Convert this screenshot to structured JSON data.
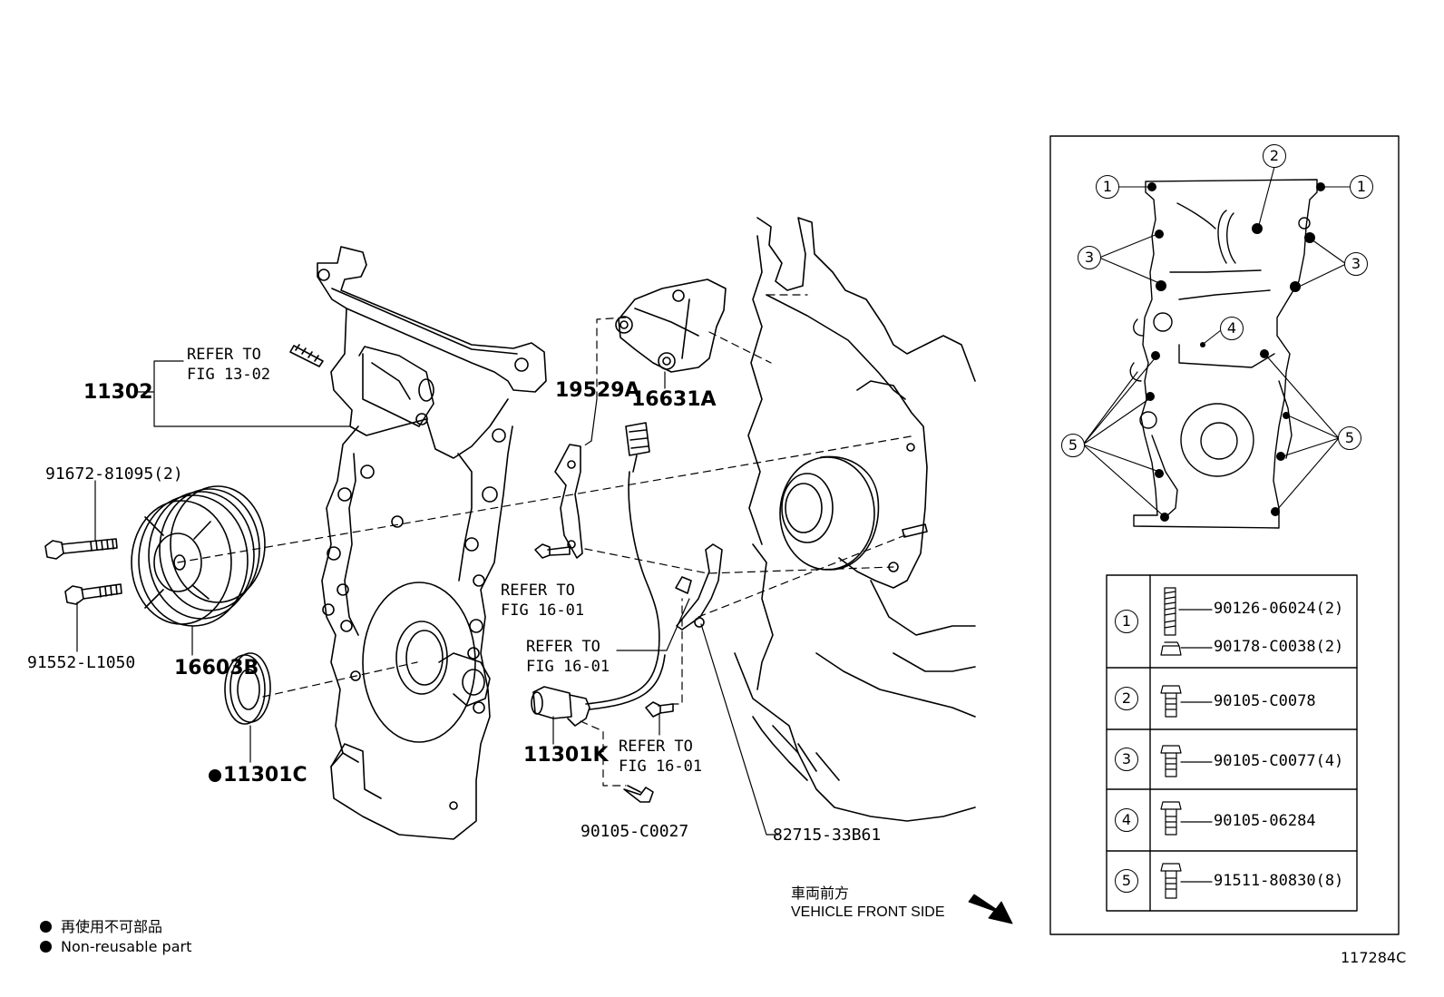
{
  "figure_code": "117284C",
  "legend": {
    "jp": "再使用不可部品",
    "en": "Non-reusable part"
  },
  "vehicle_front": {
    "jp": "車両前方",
    "en": "VEHICLE FRONT SIDE"
  },
  "labels": {
    "cover": "11302",
    "refer_13_02_a": "REFER TO",
    "refer_13_02_b": "FIG 13-02",
    "bolt_91672": "91672-81095(2)",
    "bolt_91552": "91552-L1050",
    "pulley": "16603B",
    "seal": "11301C",
    "bracket_19529": "19529A",
    "bracket_16631": "16631A",
    "refer_16_01_1a": "REFER TO",
    "refer_16_01_1b": "FIG 16-01",
    "refer_16_01_2a": "REFER TO",
    "refer_16_01_2b": "FIG 16-01",
    "refer_16_01_3a": "REFER TO",
    "refer_16_01_3b": "FIG 16-01",
    "sensor": "11301K",
    "bolt_90105_c0027": "90105-C0027",
    "clamp_82715": "82715-33B61"
  },
  "inset": {
    "callouts": [
      "1",
      "2",
      "3",
      "4",
      "5"
    ],
    "table": [
      {
        "num": "1",
        "parts": [
          "90126-06024(2)",
          "90178-C0038(2)"
        ]
      },
      {
        "num": "2",
        "parts": [
          "90105-C0078"
        ]
      },
      {
        "num": "3",
        "parts": [
          "90105-C0077(4)"
        ]
      },
      {
        "num": "4",
        "parts": [
          "90105-06284"
        ]
      },
      {
        "num": "5",
        "parts": [
          "91511-80830(8)"
        ]
      }
    ]
  }
}
